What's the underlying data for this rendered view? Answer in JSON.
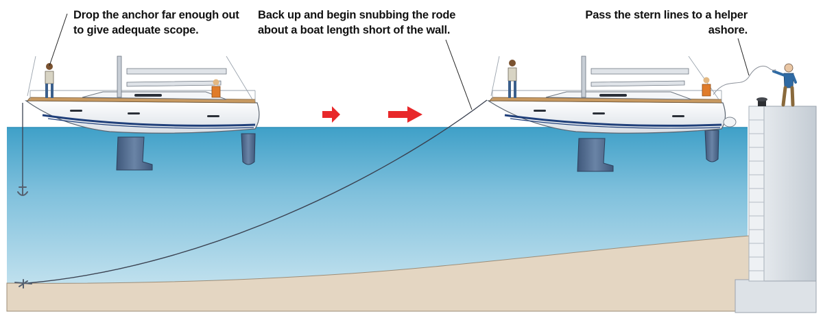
{
  "captions": {
    "step1": {
      "line1": "Drop the anchor far enough out",
      "line2": "to give adequate scope."
    },
    "step2": {
      "line1": "Back up and begin snubbing the rode",
      "line2": "about a boat length short of the wall."
    },
    "step3": {
      "line1": "Pass the stern lines to a helper",
      "line2": "ashore."
    }
  },
  "colors": {
    "sky": "#ffffff",
    "water_top": "#3fa0c8",
    "water_bottom": "#cfe8f1",
    "seabed": "#e4d6c2",
    "hull": "#eef1f4",
    "hull_stripe": "#1f3f7a",
    "keel": "#4d6688",
    "arrow": "#e8282a",
    "quay": "#d7dde3",
    "rode": "#3a4150"
  },
  "icons": [
    "sailboat-left-icon",
    "sailboat-right-icon",
    "red-arrow-icon",
    "anchor-icon",
    "quay-wall-icon",
    "helper-person-icon",
    "bollard-icon"
  ]
}
